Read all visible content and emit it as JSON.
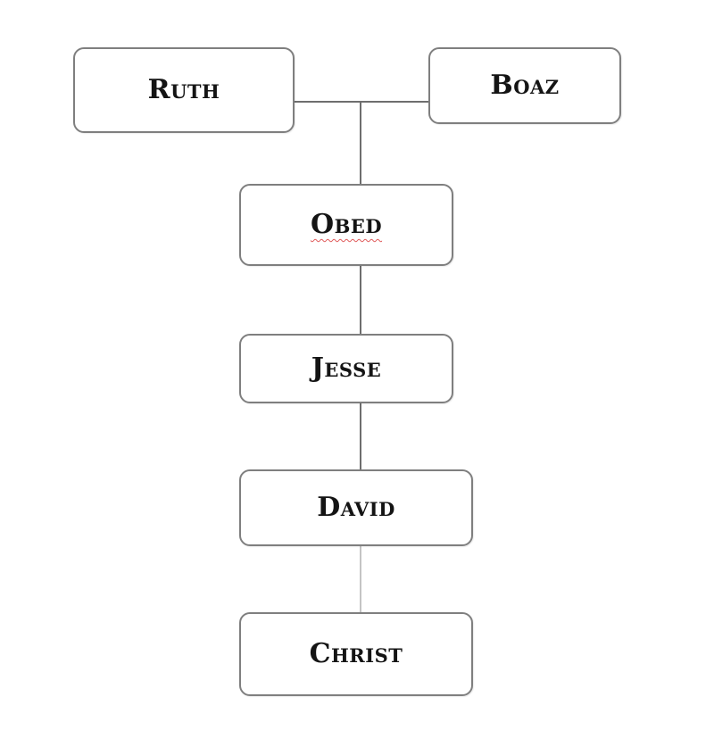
{
  "diagram": {
    "nodes": {
      "ruth": "Ruth",
      "boaz": "Boaz",
      "obed": "Obed",
      "jesse": "Jesse",
      "david": "David",
      "christ": "Christ"
    },
    "edges": [
      {
        "from": "ruth",
        "to": "boaz",
        "type": "marriage"
      },
      {
        "from": "ruth+boaz",
        "to": "obed",
        "type": "descent"
      },
      {
        "from": "obed",
        "to": "jesse",
        "type": "descent"
      },
      {
        "from": "jesse",
        "to": "david",
        "type": "descent"
      },
      {
        "from": "david",
        "to": "christ",
        "type": "descent"
      }
    ],
    "colors": {
      "line": "#6e6e6e",
      "box_border": "#7f7f7f",
      "text": "#141414",
      "spellcheck_underline": "#e05a5a"
    }
  }
}
